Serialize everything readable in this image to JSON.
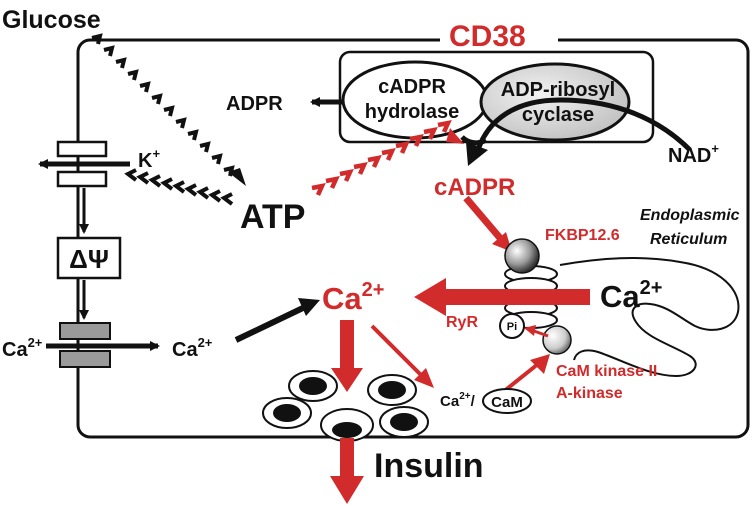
{
  "labels": {
    "glucose": "Glucose",
    "cd38": "CD38",
    "adpr": "ADPR",
    "hydrolase_line1": "cADPR",
    "hydrolase_line2": "hydrolase",
    "cyclase_line1": "ADP-ribosyl",
    "cyclase_line2": "cyclase",
    "nad": "NAD",
    "nad_sup": "+",
    "k": "K",
    "k_sup": "+",
    "atp": "ATP",
    "cadpr": "cADPR",
    "fkbp": "FKBP12.6",
    "er_line1": "Endoplasmic",
    "er_line2": "Reticulum",
    "delta_psi": "ΔΨ",
    "ca": "Ca",
    "ca_sup": "2+",
    "ryr": "RyR",
    "pi": "Pi",
    "cam": "CaM",
    "slash": "/",
    "kinase_line1": "CaM kinase II",
    "kinase_line2": "A-kinase",
    "insulin": "Insulin"
  },
  "colors": {
    "red": "#d12b2b",
    "black": "#111111",
    "grey": "#9a9a9a",
    "cyclase_fill": "#cfcfcf"
  }
}
